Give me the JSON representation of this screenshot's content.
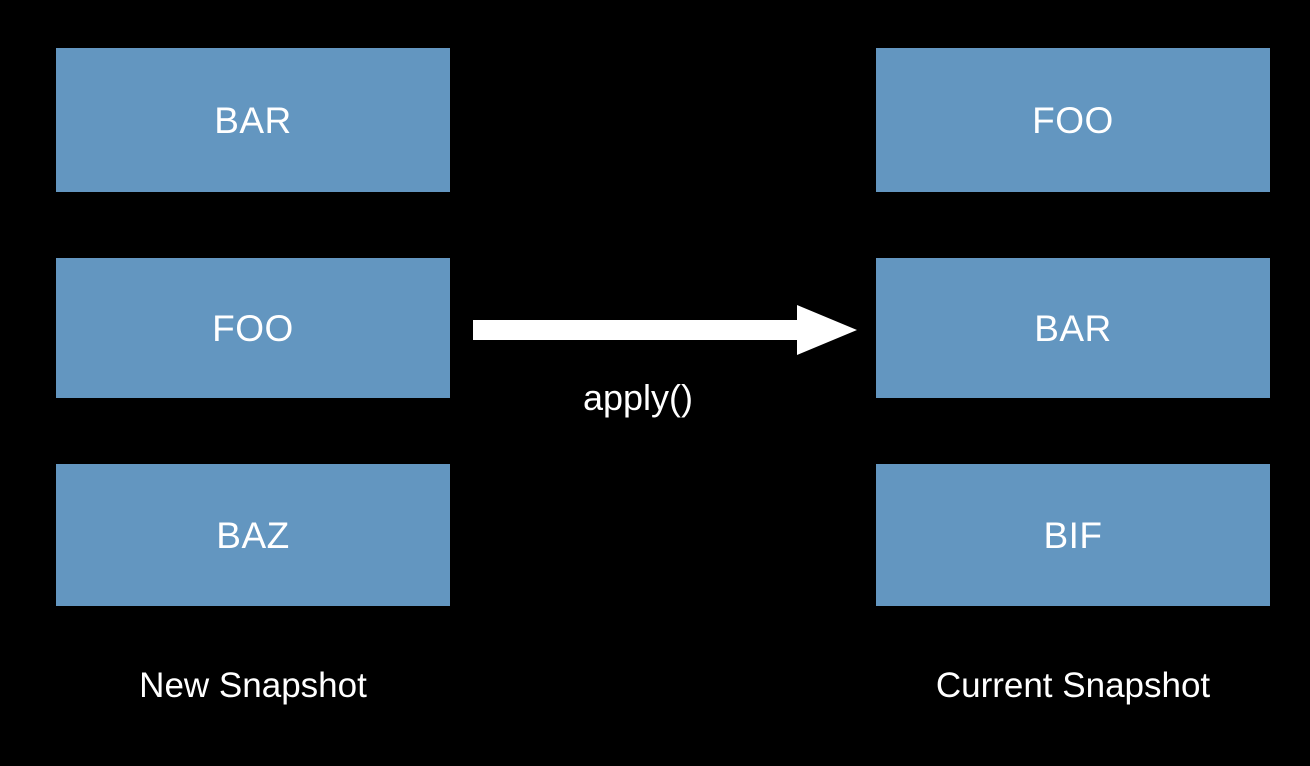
{
  "diagram": {
    "background_color": "#000000",
    "box_color": "#6396c0",
    "text_color": "#ffffff",
    "left_column": {
      "caption": "New Snapshot",
      "boxes": [
        {
          "label": "BAR"
        },
        {
          "label": "FOO"
        },
        {
          "label": "BAZ"
        }
      ]
    },
    "right_column": {
      "caption": "Current Snapshot",
      "boxes": [
        {
          "label": "FOO"
        },
        {
          "label": "BAR"
        },
        {
          "label": "BIF"
        }
      ]
    },
    "arrow": {
      "label": "apply()",
      "direction": "left-to-right",
      "color": "#ffffff"
    }
  }
}
